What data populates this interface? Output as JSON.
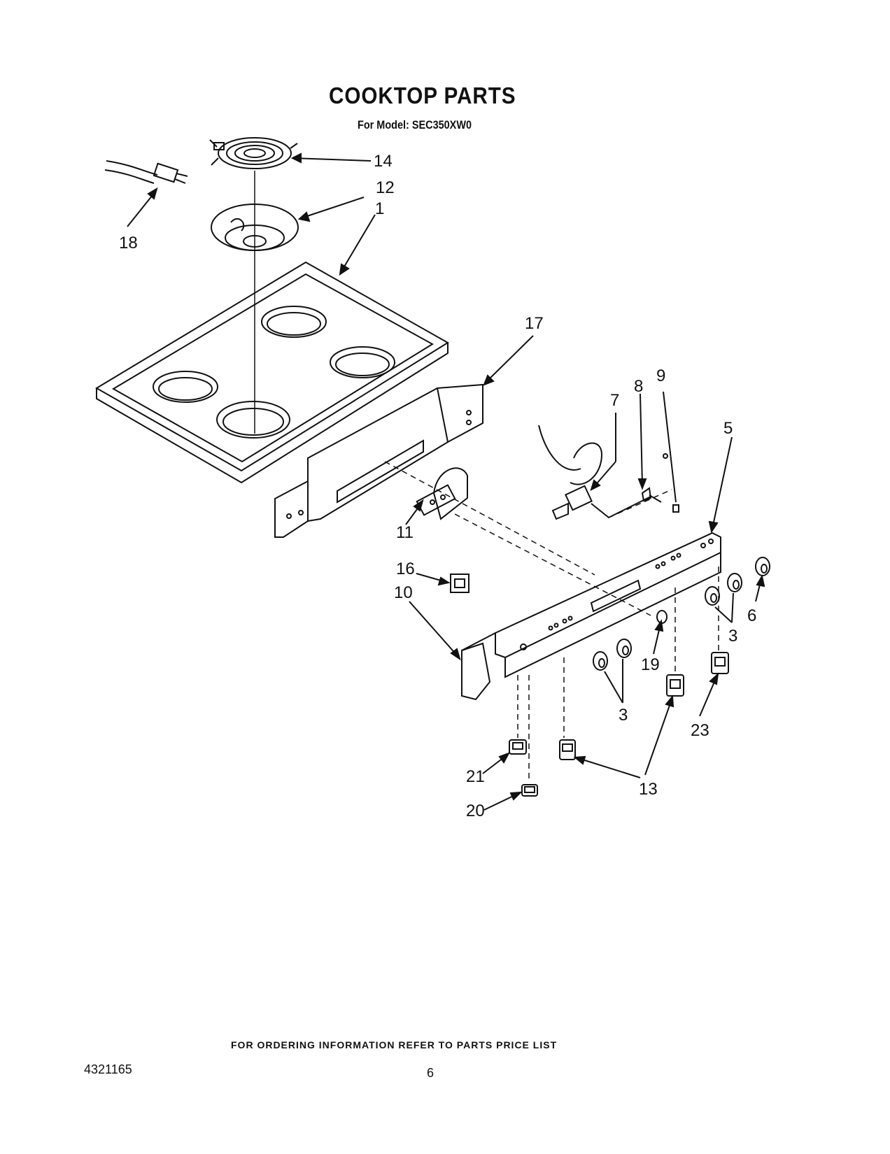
{
  "header": {
    "title": "COOKTOP PARTS",
    "subtitle": "For Model: SEC350XW0"
  },
  "callouts": {
    "c1": "1",
    "c3a": "3",
    "c3b": "3",
    "c5": "5",
    "c6": "6",
    "c7": "7",
    "c8": "8",
    "c9": "9",
    "c10": "10",
    "c11": "11",
    "c12": "12",
    "c13": "13",
    "c14": "14",
    "c16": "16",
    "c17": "17",
    "c18": "18",
    "c19": "19",
    "c20": "20",
    "c21": "21",
    "c23": "23"
  },
  "footer": {
    "ordering_note": "FOR ORDERING INFORMATION REFER TO PARTS PRICE LIST",
    "document_number": "4321165",
    "page_number": "6"
  }
}
